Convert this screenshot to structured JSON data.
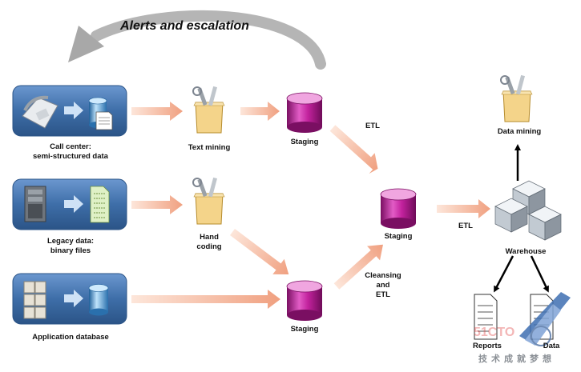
{
  "title": "Alerts and escalation",
  "sources": {
    "call_center": "Call center:\nsemi-structured data",
    "legacy": "Legacy data:\nbinary files",
    "application": "Application database"
  },
  "processes": {
    "text_mining": "Text mining",
    "hand_coding": "Hand\ncoding",
    "staging_top": "Staging",
    "staging_bottom": "Staging",
    "staging_center": "Staging",
    "etl_top": "ETL",
    "cleansing": "Cleansing\nand\nETL",
    "etl_right": "ETL"
  },
  "outputs": {
    "warehouse": "Warehouse",
    "data_mining": "Data mining",
    "reports": "Reports",
    "data": "Data"
  },
  "watermark": "技术成就梦想",
  "colors": {
    "source_box": "#3e6ea8",
    "arrow": "#f0a080",
    "cylinder": "#c2229d",
    "cylinder_db": "#3a8ec8",
    "warehouse": "#9aa3ad"
  },
  "icons": [
    "telephone-icon",
    "database-icon",
    "document-icon",
    "server-icon",
    "binary-file-icon",
    "servers-icon",
    "toolbox-icon",
    "report-icon"
  ]
}
